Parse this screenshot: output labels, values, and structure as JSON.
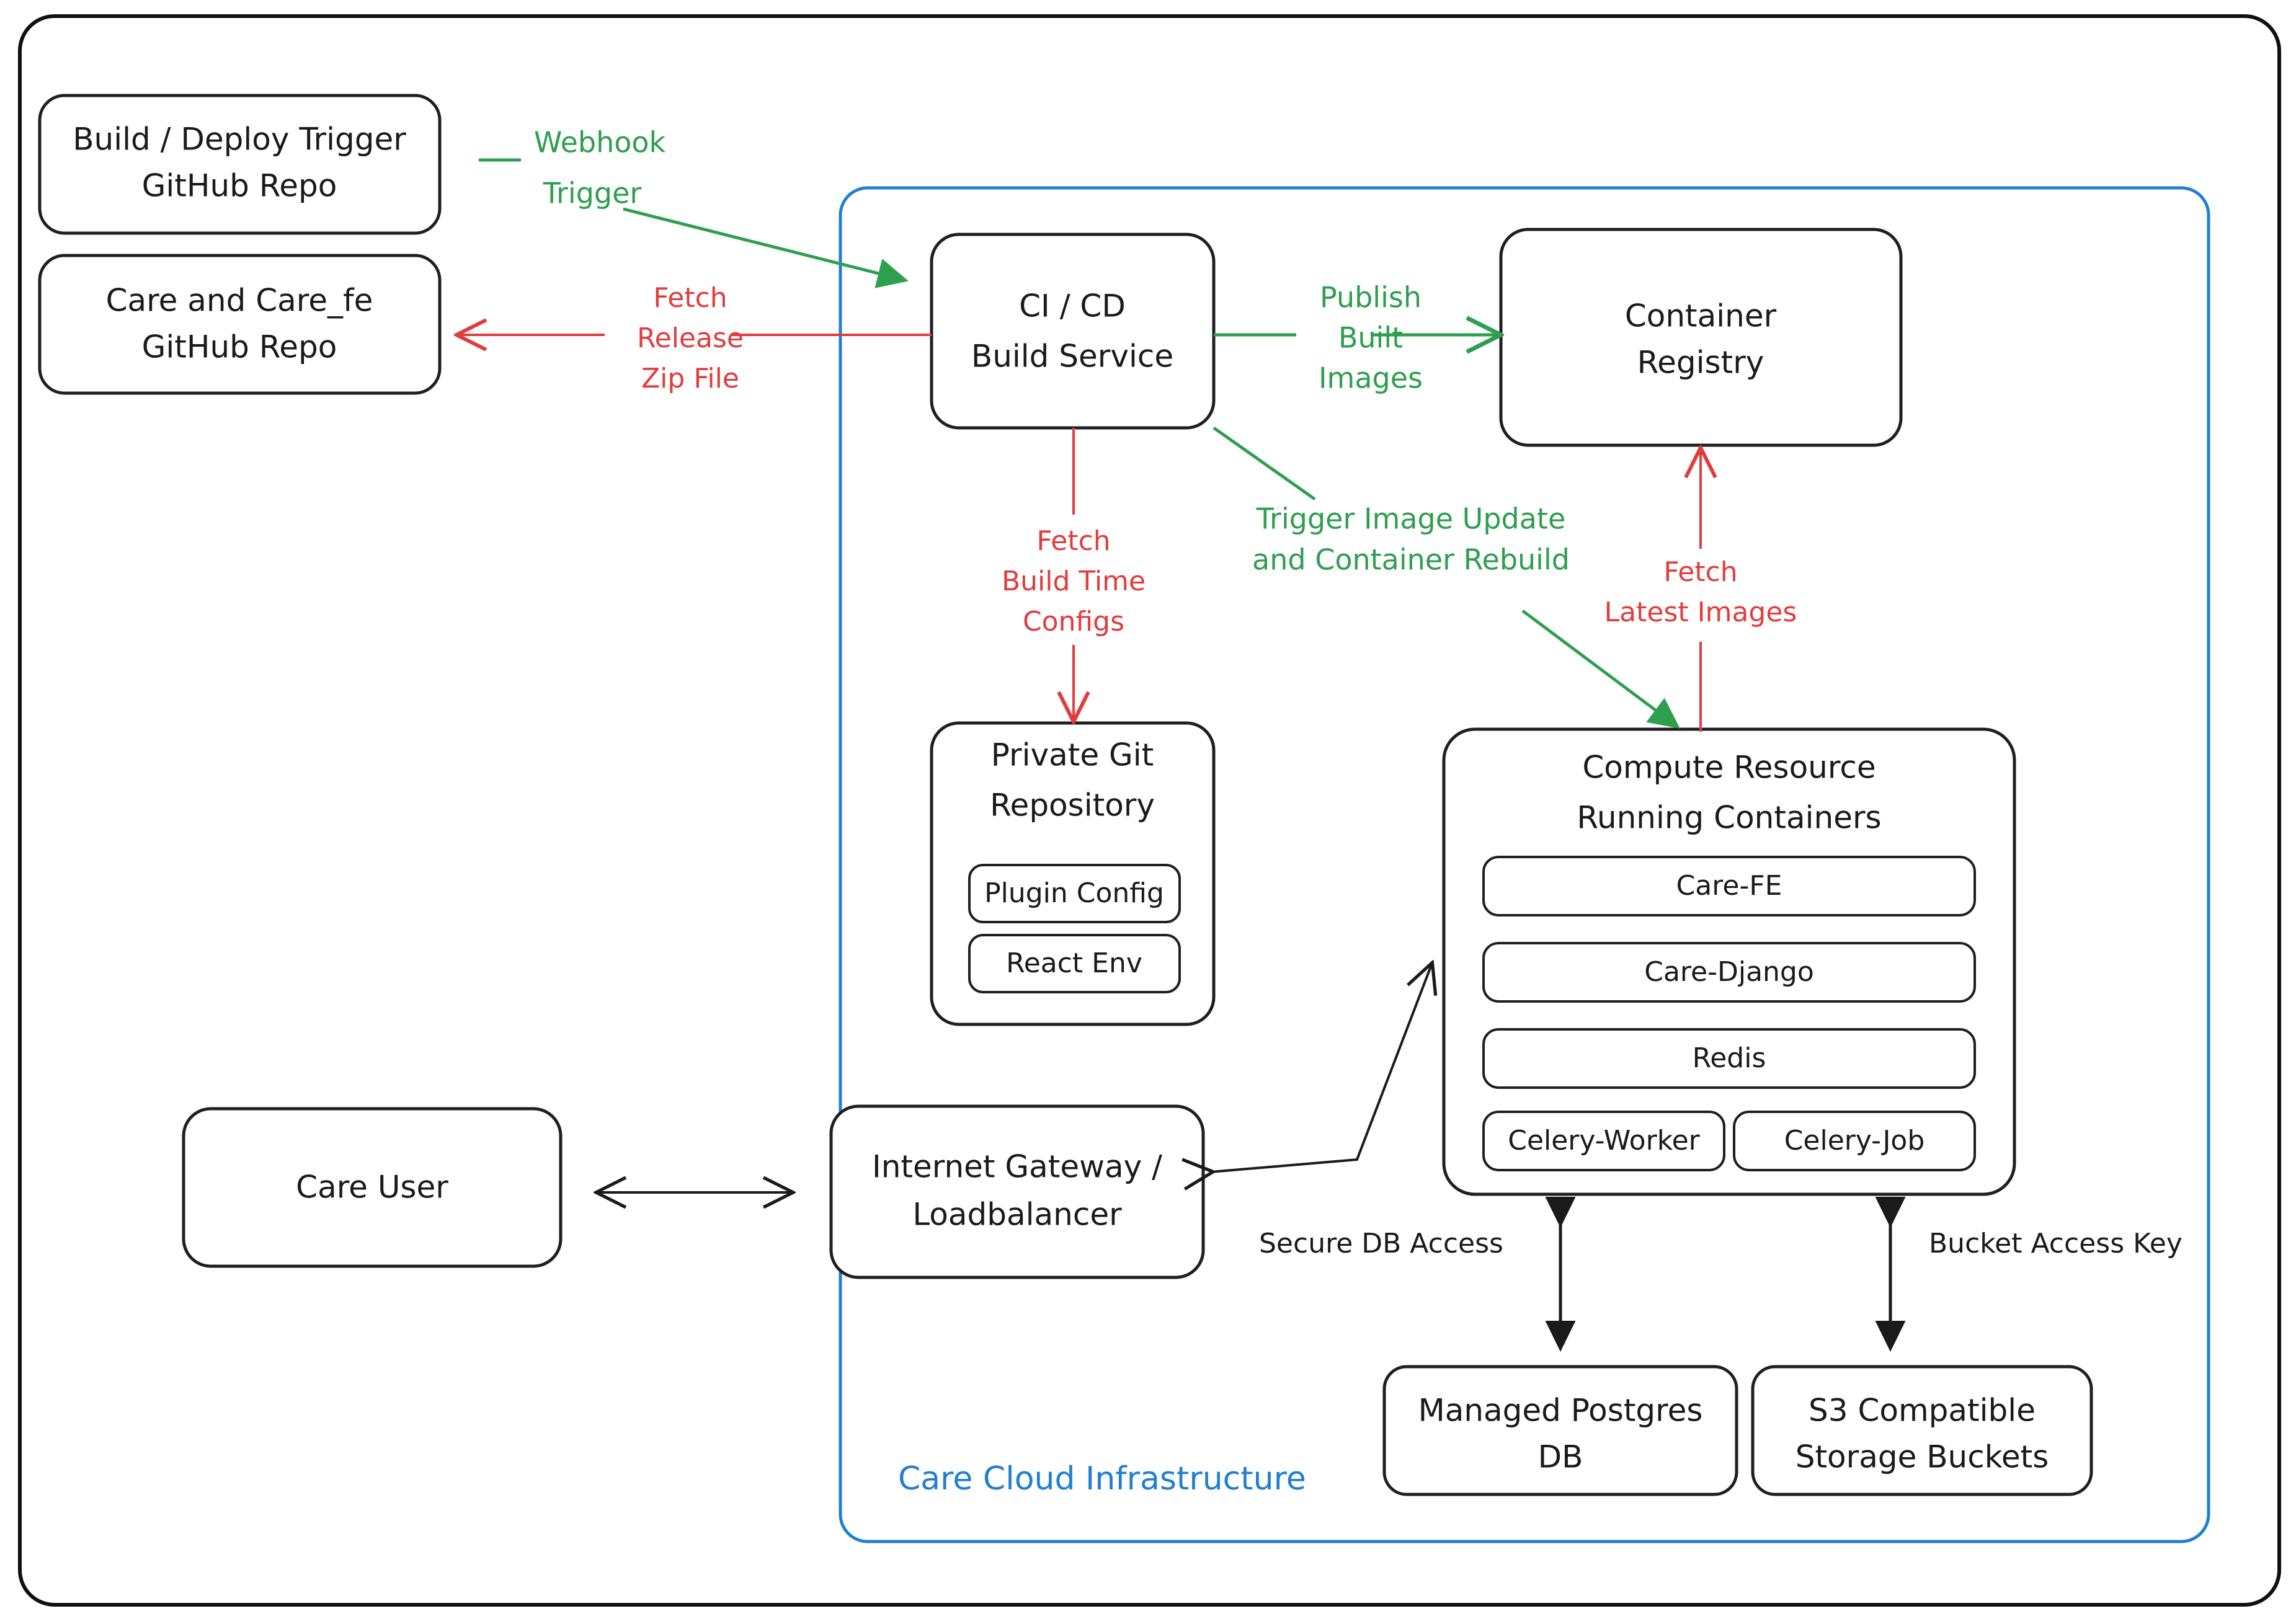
{
  "diagram": {
    "title": "Care Cloud Infrastructure Architecture",
    "colors": {
      "green": "#2e9e4f",
      "red": "#e23c3c",
      "blue": "#1f7fd0",
      "black": "#1a1a1a",
      "background": "#ffffff"
    },
    "boundary_label": "Care Cloud Infrastructure"
  },
  "nodes": {
    "build_deploy_trigger_repo": {
      "line1": "Build / Deploy Trigger",
      "line2": "GitHub Repo"
    },
    "care_github_repo": {
      "line1": "Care and Care_fe",
      "line2": "GitHub Repo"
    },
    "cicd_build_service": {
      "line1": "CI / CD",
      "line2": "Build Service"
    },
    "container_registry": {
      "line1": "Container",
      "line2": "Registry"
    },
    "private_git_repository": {
      "line1": "Private Git",
      "line2": "Repository",
      "items": [
        "Plugin Config",
        "React Env"
      ]
    },
    "compute_resource": {
      "line1": "Compute Resource",
      "line2": "Running Containers",
      "containers": [
        "Care-FE",
        "Care-Django",
        "Redis"
      ],
      "containers_row": [
        "Celery-Worker",
        "Celery-Job"
      ]
    },
    "care_user": {
      "line1": "Care User"
    },
    "internet_gateway": {
      "line1": "Internet Gateway /",
      "line2": "Loadbalancer"
    },
    "managed_postgres_db": {
      "line1": "Managed Postgres",
      "line2": "DB"
    },
    "s3_storage_buckets": {
      "line1": "S3 Compatible",
      "line2": "Storage Buckets"
    }
  },
  "edges": {
    "webhook_trigger": {
      "line1": "Webhook",
      "line2": "Trigger",
      "color": "green"
    },
    "fetch_release_zip": {
      "line1": "Fetch",
      "line2": "Release",
      "line3": "Zip File",
      "color": "red"
    },
    "publish_built_images": {
      "line1": "Publish",
      "line2": "Built",
      "line3": "Images",
      "color": "green"
    },
    "fetch_build_time_configs": {
      "line1": "Fetch",
      "line2": "Build Time",
      "line3": "Configs",
      "color": "red"
    },
    "trigger_image_update": {
      "line1": "Trigger Image Update",
      "line2": "and Container Rebuild",
      "color": "green"
    },
    "fetch_latest_images": {
      "line1": "Fetch",
      "line2": "Latest Images",
      "color": "red"
    },
    "secure_db_access": {
      "label": "Secure DB Access",
      "color": "black"
    },
    "bucket_access_key": {
      "label": "Bucket Access Key",
      "color": "black"
    }
  }
}
